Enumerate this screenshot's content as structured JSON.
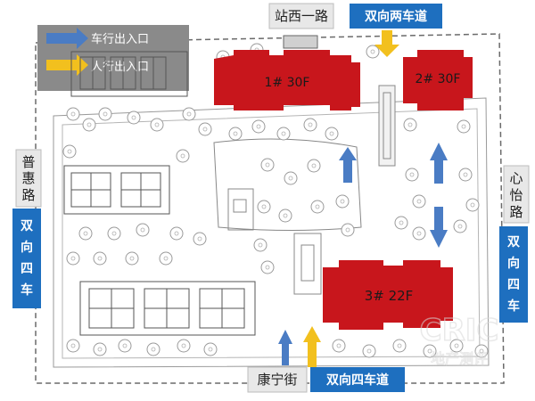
{
  "legend": {
    "vehicle_entrance": "车行出入口",
    "pedestrian_entrance": "人行出入口"
  },
  "roads": {
    "north": "站西一路",
    "west": "普惠路",
    "east": "心怡路",
    "south": "康宁街"
  },
  "lanes": {
    "north": "双向两车道",
    "west": "双向四车道",
    "east": "双向四车道",
    "south": "双向四车道"
  },
  "buildings": {
    "b1": "1#  30F",
    "b2": "2#  30F",
    "b3": "3#  22F"
  },
  "watermark": {
    "brand": "CRIC",
    "sub": "地产测评"
  },
  "colors": {
    "vehicle_arrow": "#4a7cc4",
    "pedestrian_arrow": "#f2c01e",
    "building": "#c8161c",
    "lane_label_bg": "#1e6fbf",
    "legend_bg": "#8a8a8a"
  }
}
